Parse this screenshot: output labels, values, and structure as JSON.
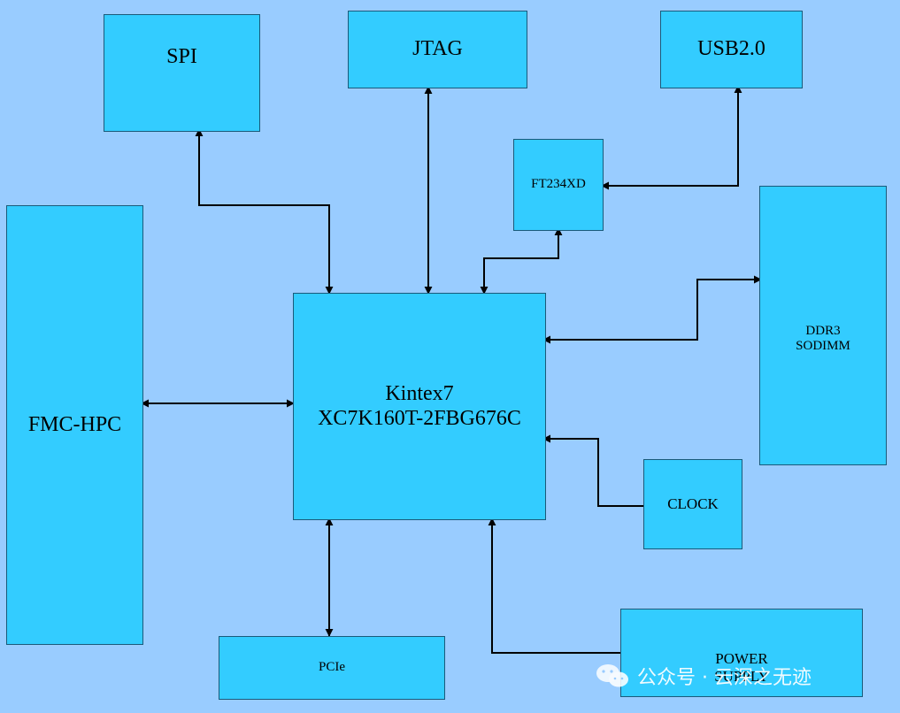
{
  "diagram": {
    "blocks": {
      "spi": "SPI",
      "jtag": "JTAG",
      "usb": "USB2.0",
      "ft234": "FT234XD",
      "fmc": "FMC-HPC",
      "fpga": "Kintex7\nXC7K160T-2FBG676C",
      "ddr3": "DDR3\nSODIMM",
      "clock": "CLOCK",
      "pcie": "PCIe",
      "power": "POWER\nSUPPLY"
    },
    "connections": [
      {
        "from": "fpga",
        "to": "spi",
        "direction": "bidirectional"
      },
      {
        "from": "fpga",
        "to": "jtag",
        "direction": "bidirectional"
      },
      {
        "from": "fpga",
        "to": "ft234",
        "direction": "bidirectional"
      },
      {
        "from": "usb",
        "to": "ft234",
        "direction": "bidirectional"
      },
      {
        "from": "fpga",
        "to": "ddr3",
        "direction": "bidirectional"
      },
      {
        "from": "fpga",
        "to": "fmc",
        "direction": "bidirectional"
      },
      {
        "from": "clock",
        "to": "fpga",
        "direction": "unidirectional"
      },
      {
        "from": "fpga",
        "to": "pcie",
        "direction": "bidirectional"
      },
      {
        "from": "power",
        "to": "fpga",
        "direction": "unidirectional"
      }
    ]
  },
  "watermark": {
    "text": "公众号 · 云深之无迹",
    "icon": "wechat-icon"
  },
  "colors": {
    "background": "#99CCFF",
    "block_fill": "#33CCFF",
    "line": "#000000"
  }
}
